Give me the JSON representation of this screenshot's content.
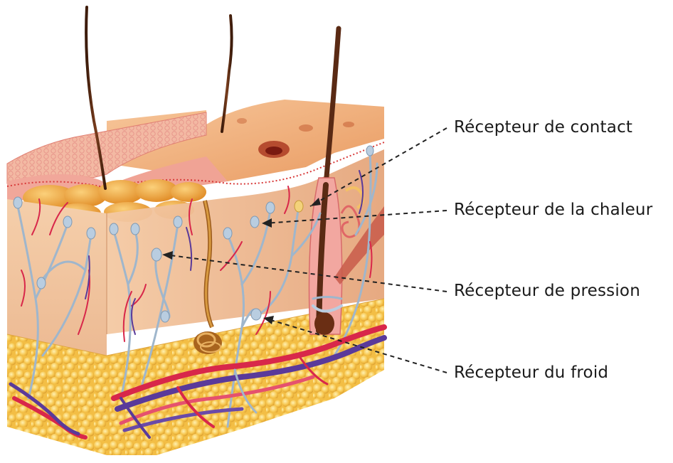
{
  "diagram": {
    "labels": {
      "contact": "Récepteur de contact",
      "chaleur": "Récepteur de la chaleur",
      "pression": "Récepteur de pression",
      "froid": "Récepteur du froid"
    },
    "colors": {
      "epidermis": "#f3b9a3",
      "dermis": "#f2c7a0",
      "fat": "#f6c85a",
      "artery": "#d8274a",
      "vein": "#5a3a9a",
      "nerve": "#9fb6cc",
      "hair": "#5a2a14",
      "leader": "#222222"
    }
  }
}
